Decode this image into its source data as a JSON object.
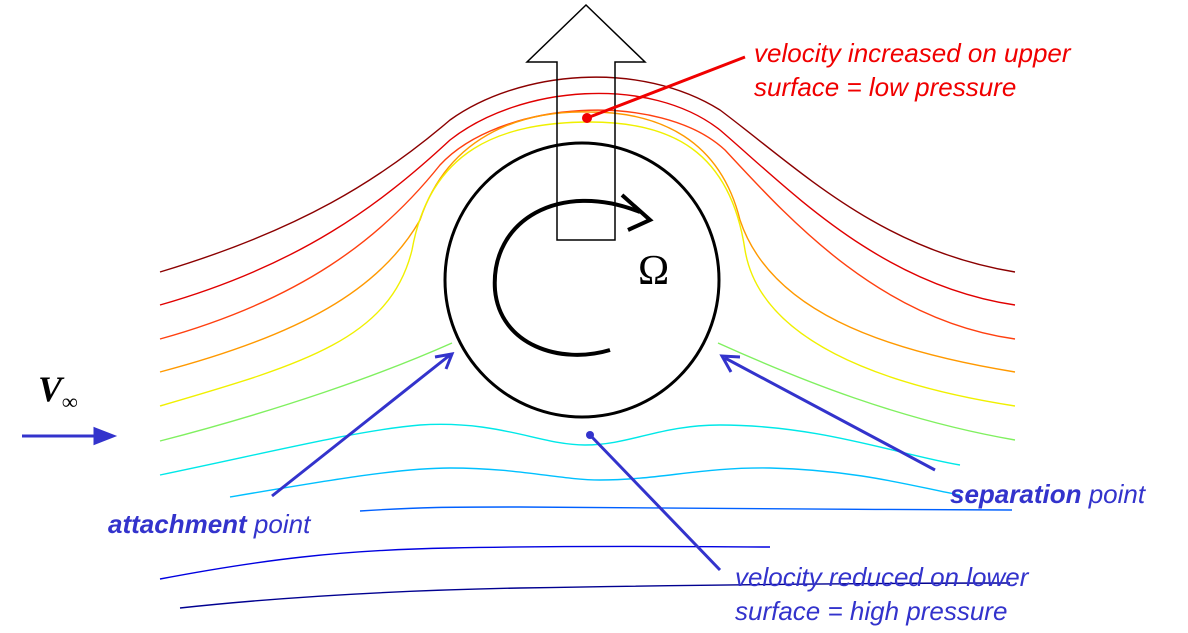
{
  "title": "Magnus effect: flow around a rotating cylinder",
  "colors": {
    "upper_annotation": "#f00000",
    "lower_annotation": "#3333cc",
    "cylinder": "#000000",
    "streamlines": [
      "#8b0000",
      "#e00000",
      "#ff4010",
      "#ff9900",
      "#f0f000",
      "#80f060",
      "#00e8e8",
      "#00c0ff",
      "#0060ff",
      "#0000e0",
      "#000090"
    ]
  },
  "freestream": {
    "symbol": "V",
    "subscript": "∞"
  },
  "rotation_symbol": "Ω",
  "annotations": {
    "upper_line1": "velocity increased on upper",
    "upper_line2": "surface = low pressure",
    "lower_line1": "velocity reduced on lower",
    "lower_line2": "surface = high pressure",
    "attachment_bold": "attachment",
    "attachment_rest": " point",
    "separation_bold": "separation",
    "separation_rest": " point"
  },
  "icons": [
    "lift-arrow-icon",
    "rotation-arrow-icon",
    "freestream-arrow-icon"
  ]
}
